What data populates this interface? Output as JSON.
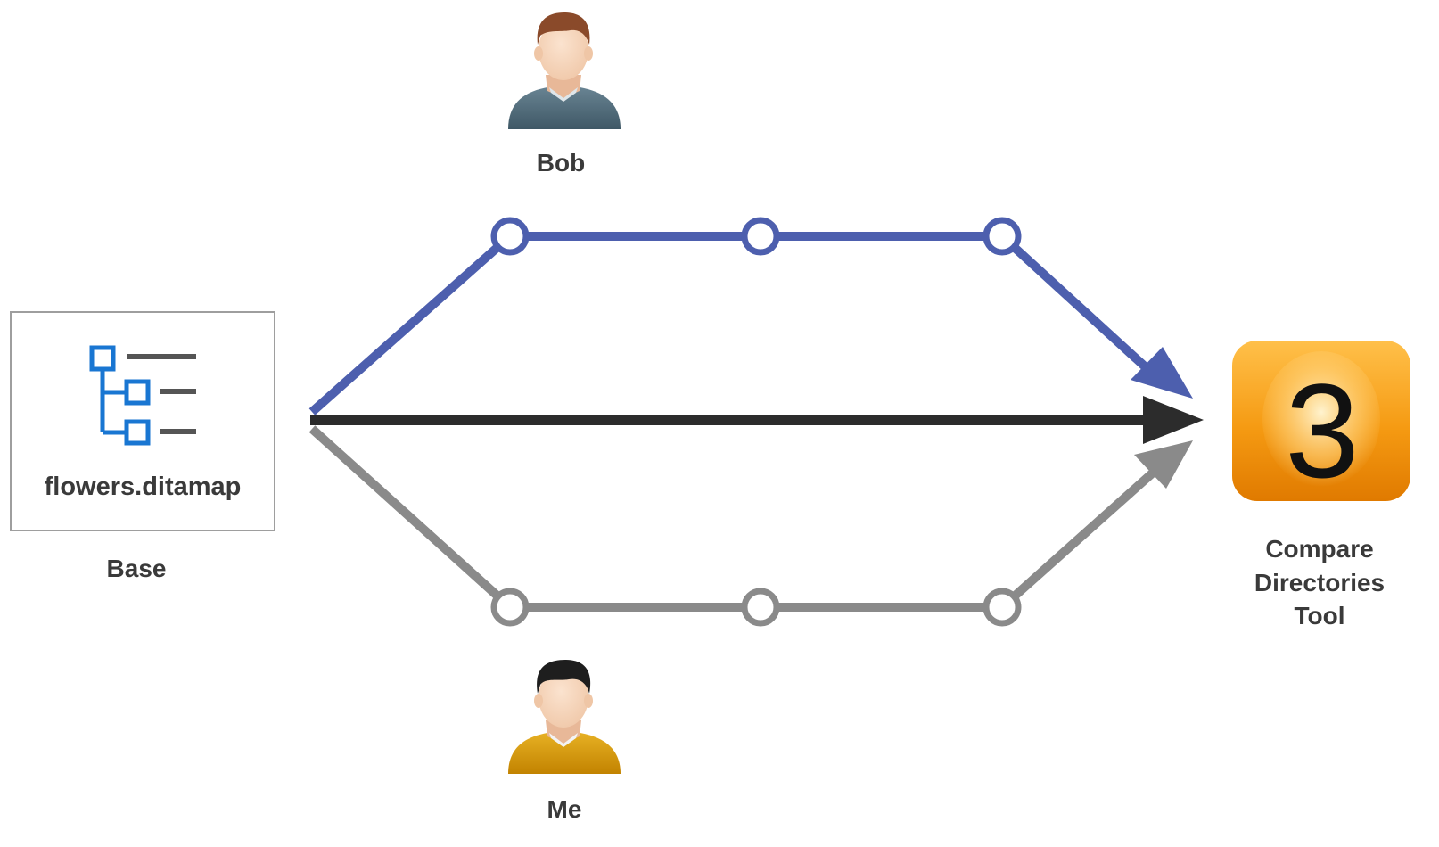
{
  "base": {
    "file_name": "flowers.ditamap",
    "caption": "Base",
    "icon": "ditamap-tree-icon",
    "icon_color": "#1976d2"
  },
  "users": {
    "top": {
      "name": "Bob",
      "icon": "user-avatar-icon",
      "shirt_color": "#546e7a"
    },
    "bottom": {
      "name": "Me",
      "icon": "user-avatar-icon",
      "shirt_color": "#d69a00"
    }
  },
  "tool": {
    "badge_text": "3",
    "caption_lines": [
      "Compare",
      "Directories",
      "Tool"
    ],
    "icon": "compare-tool-badge-icon",
    "badge_color": "#f39c12"
  },
  "paths": {
    "top_color": "#4d5fae",
    "middle_color": "#2c2c2c",
    "bottom_color": "#8a8a8a"
  }
}
